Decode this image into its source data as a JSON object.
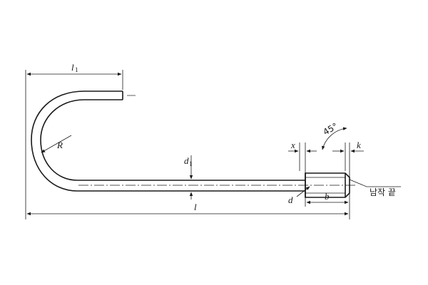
{
  "diagram": {
    "type": "technical-drawing",
    "subject": "J-type anchor bolt",
    "dimensions": {
      "overall_length": "l",
      "hook_length": "l",
      "hook_length_sub": "1",
      "bend_radius": "R",
      "shank_diameter": "d",
      "shank_diameter_sub": "1",
      "thread_diameter": "d",
      "thread_length": "b",
      "thread_runout": "x",
      "chamfer": "k",
      "chamfer_angle": "45°"
    },
    "callouts": {
      "thread_end": "남작 끝"
    },
    "colors": {
      "line": "#1a1a1a",
      "background": "#ffffff"
    }
  }
}
